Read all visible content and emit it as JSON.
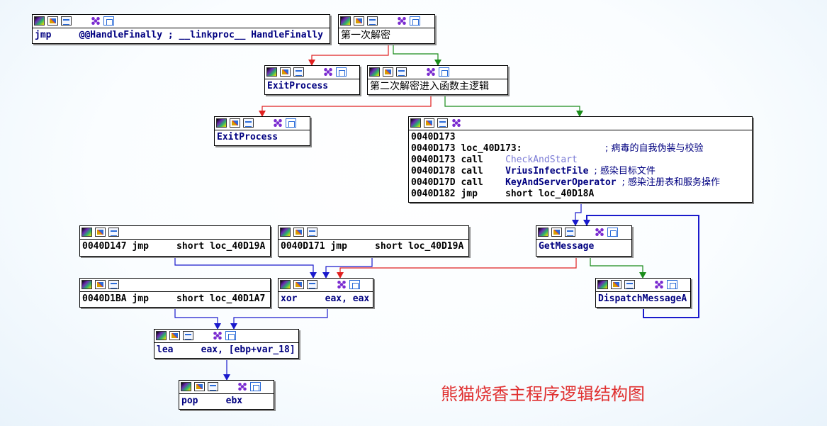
{
  "nodes": {
    "handle_finally": {
      "instr": "jmp",
      "operand": "@@HandleFinally ; __linkproc__ HandleFinally"
    },
    "first_decrypt": {
      "label": "第一次解密"
    },
    "exit_process_1": {
      "label": "ExitProcess"
    },
    "second_decrypt": {
      "label": "第二次解密进入函数主逻辑"
    },
    "exit_process_2": {
      "label": "ExitProcess"
    },
    "main_logic": {
      "lines": [
        {
          "addr": "0040D173",
          "mnem": "",
          "operand": "",
          "comment": ""
        },
        {
          "addr": "0040D173",
          "mnem": "loc_40D173:",
          "operand": "",
          "comment": "; 病毒的自我伪装与校验"
        },
        {
          "addr": "0040D173",
          "mnem": "call",
          "operand": "CheckAndStart",
          "comment": ""
        },
        {
          "addr": "0040D178",
          "mnem": "call",
          "operand": "VriusInfectFile",
          "comment": "; 感染目标文件"
        },
        {
          "addr": "0040D17D",
          "mnem": "call",
          "operand": "KeyAndServerOperator",
          "comment": "; 感染注册表和服务操作"
        },
        {
          "addr": "0040D182",
          "mnem": "jmp",
          "operand": "short loc_40D18A",
          "comment": ""
        }
      ]
    },
    "jmp_d147": {
      "text": "0040D147 jmp     short loc_40D19A"
    },
    "jmp_d171": {
      "text": "0040D171 jmp     short loc_40D19A"
    },
    "get_message": {
      "label": "GetMessage"
    },
    "jmp_d1ba": {
      "text": "0040D1BA jmp     short loc_40D1A7"
    },
    "xor_eax": {
      "text": "xor     eax, eax"
    },
    "dispatch_message": {
      "label": "DispatchMessageA"
    },
    "lea_eax": {
      "text": "lea     eax, [ebp+var_18]"
    },
    "pop_ebx": {
      "text": "pop     ebx"
    }
  },
  "caption": "熊猫烧香主程序逻辑结构图",
  "colors": {
    "edge_true": "#1a8c1a",
    "edge_false": "#e02020",
    "edge_uncond": "#1a1acc",
    "caption": "#e03030"
  },
  "icons": [
    "graph-overview-icon",
    "color-icon",
    "chart-icon",
    "group-icon",
    "copy-icon"
  ]
}
